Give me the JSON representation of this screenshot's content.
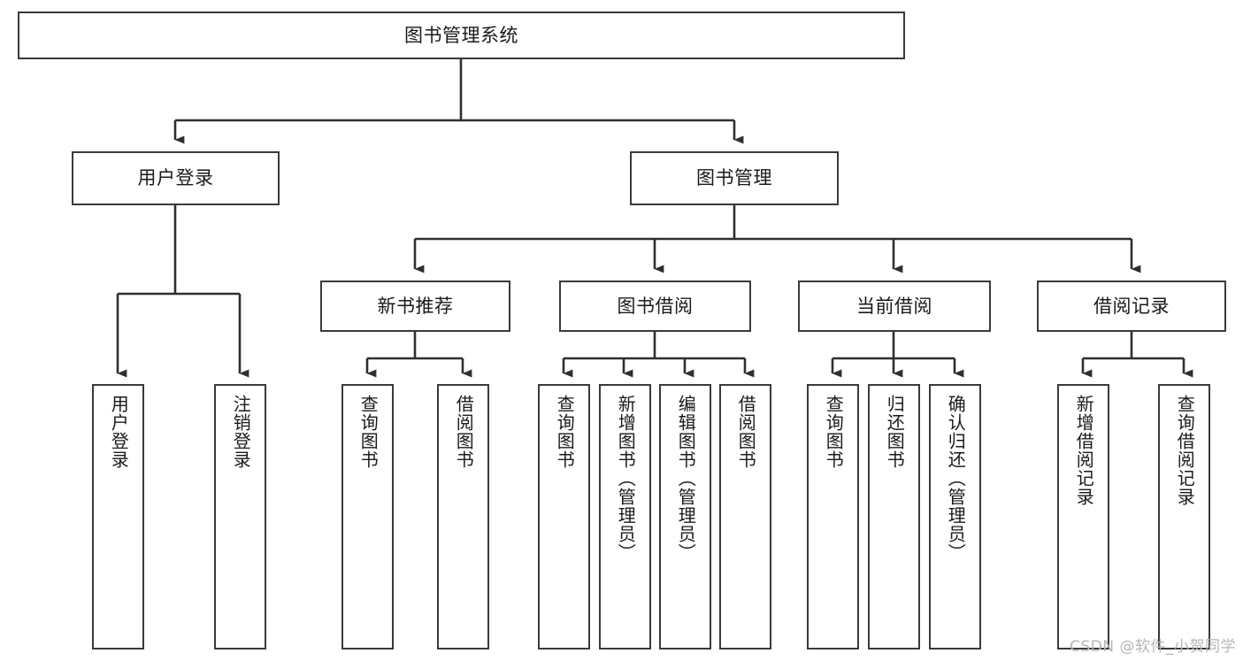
{
  "diagram": {
    "type": "tree-hierarchy",
    "title": "图书管理系统",
    "orientation": "top-down",
    "colors": {
      "box_border": "#3a3a3a",
      "box_fill": "#ffffff",
      "connector": "#2f2f2f",
      "text": "#1a1a1a",
      "watermark": "#b6b6b6",
      "background": "#ffffff"
    },
    "levels": {
      "root": {
        "label": "图书管理系统"
      },
      "level2": [
        {
          "label": "用户登录"
        },
        {
          "label": "图书管理"
        }
      ],
      "level3": [
        {
          "label": "新书推荐"
        },
        {
          "label": "图书借阅"
        },
        {
          "label": "当前借阅"
        },
        {
          "label": "借阅记录"
        }
      ],
      "leaves": {
        "user_login": [
          {
            "label": "用户登录"
          },
          {
            "label": "注销登录"
          }
        ],
        "new_book_recommend": [
          {
            "label": "查询图书"
          },
          {
            "label": "借阅图书"
          }
        ],
        "book_borrow": [
          {
            "label": "查询图书"
          },
          {
            "label": "新增图书（管理员）"
          },
          {
            "label": "编辑图书（管理员）"
          },
          {
            "label": "借阅图书"
          }
        ],
        "current_borrow": [
          {
            "label": "查询图书"
          },
          {
            "label": "归还图书"
          },
          {
            "label": "确认归还（管理员）"
          }
        ],
        "borrow_record": [
          {
            "label": "新增借阅记录"
          },
          {
            "label": "查询借阅记录"
          }
        ]
      }
    },
    "watermark": "CSDN @软件_小贺同学"
  }
}
